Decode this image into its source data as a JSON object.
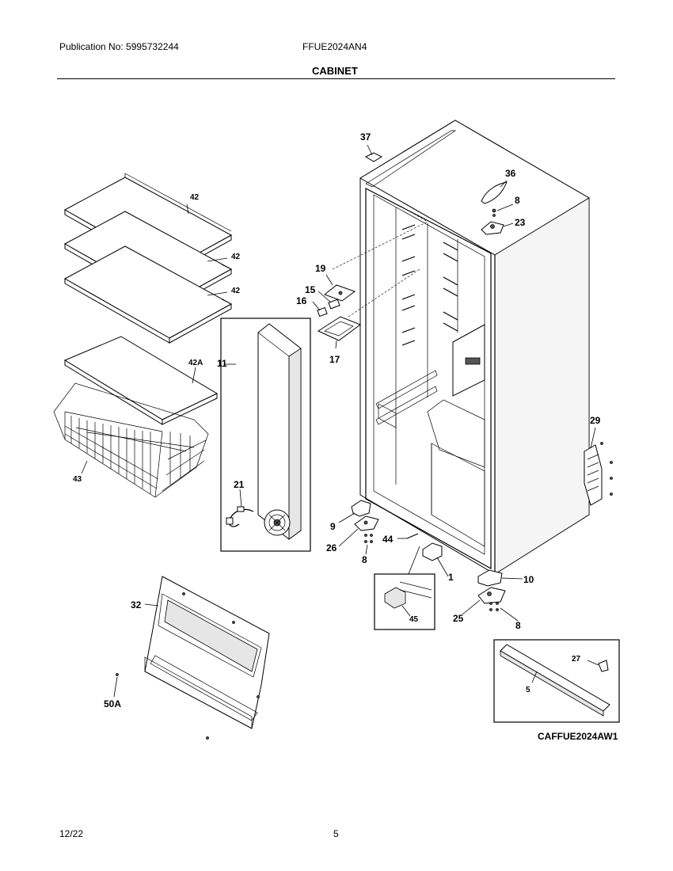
{
  "header": {
    "publication": "Publication No: 5995732244",
    "model": "FFUE2024AN4",
    "section": "CABINET"
  },
  "footer": {
    "date": "12/22",
    "page": "5"
  },
  "drawing_id": "CAFFUE2024AW1",
  "callouts": {
    "c1": "1",
    "c5": "5",
    "c8a": "8",
    "c8b": "8",
    "c8c": "8",
    "c9": "9",
    "c10": "10",
    "c11": "11",
    "c15": "15",
    "c16": "16",
    "c17": "17",
    "c19": "19",
    "c21": "21",
    "c23": "23",
    "c25": "25",
    "c26": "26",
    "c27": "27",
    "c29": "29",
    "c32": "32",
    "c36": "36",
    "c37": "37",
    "c42a": "42",
    "c42b": "42",
    "c42c": "42",
    "c42A": "42A",
    "c43": "43",
    "c44": "44",
    "c45": "45",
    "c50A": "50A"
  }
}
